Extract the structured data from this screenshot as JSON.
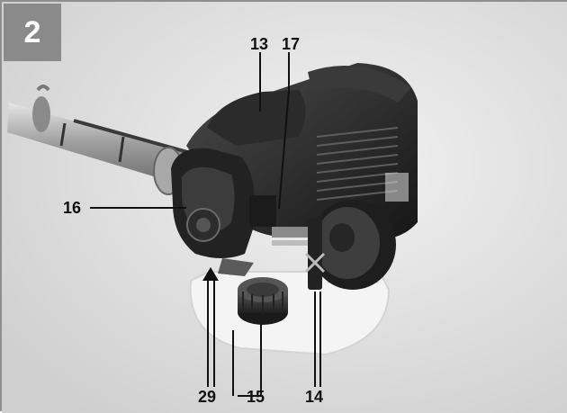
{
  "figure": {
    "number": "2"
  },
  "callouts": {
    "c13": "13",
    "c17": "17",
    "c16": "16",
    "c29": "29",
    "c15": "15",
    "c14": "14"
  }
}
